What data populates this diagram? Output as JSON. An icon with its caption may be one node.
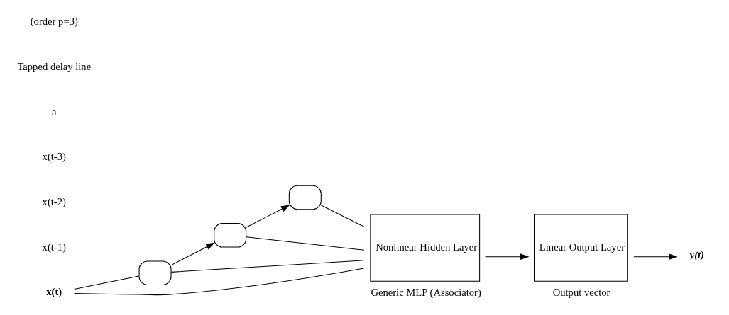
{
  "diagram": {
    "nodes": [
      {
        "text": [
          "x(t)"
        ]
      },
      {
        "text": [],
        "shape": "box"
      },
      {
        "text": [],
        "shape": "box"
      },
      {
        "text": [],
        "shape": "box"
      },
      {
        "text": [
          "Nonlinear Hidden Layer"
        ],
        "beside": [
          "Generic MLP (Associator)"
        ]
      },
      {
        "text": [
          "Linear Output Layer"
        ],
        "beside": [
          "Output vector"
        ]
      },
      {
        "text": [
          "y(t)"
        ]
      }
    ],
    "edges": [
      {
        "from": 0,
        "to": 4,
        "arrow": "none"
      },
      {
        "from": 0,
        "to": 1,
        "arrow": "none"
      },
      {
        "from": 1,
        "to": 2,
        "arrow": "to"
      },
      {
        "from": 1,
        "to": 4,
        "arrow": "none"
      },
      {
        "from": 2,
        "to": 3,
        "arrow": "to"
      },
      {
        "from": 2,
        "to": 4,
        "arrow": "none"
      },
      {
        "from": 3,
        "to": 4,
        "arrow": "none"
      },
      {
        "from": 4,
        "to": 5,
        "arrow": "to"
      },
      {
        "from": 5,
        "to": 6,
        "arrow": "to"
      }
    ],
    "labels": [
      "x(t-1)",
      "x(t-2)",
      "x(t-3)",
      "a",
      "Tapped delay line",
      "(order p=3)"
    ]
  }
}
